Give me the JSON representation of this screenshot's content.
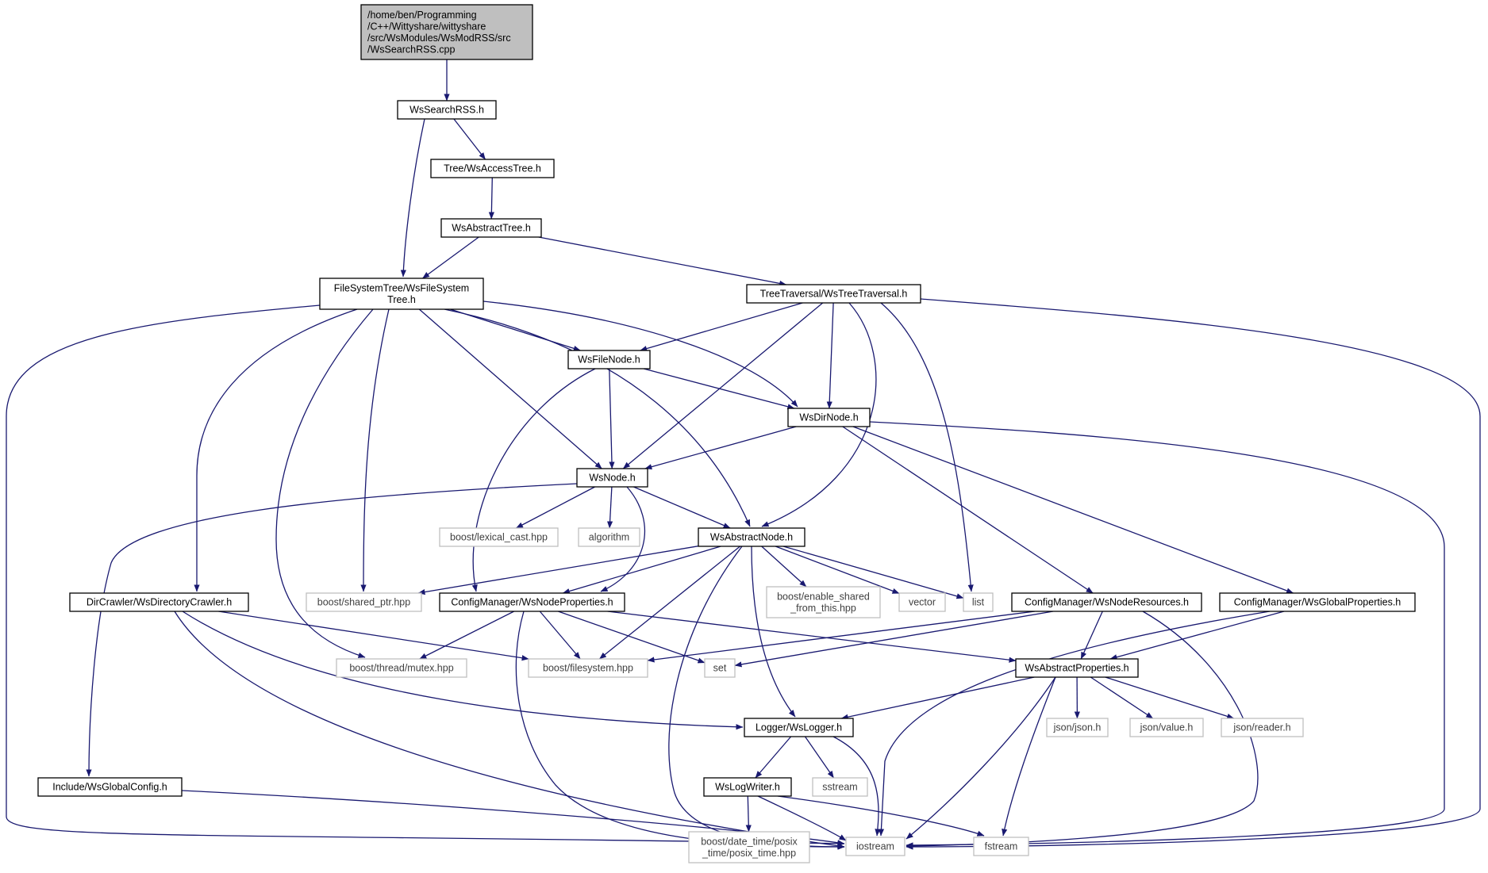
{
  "diagram": {
    "title": "",
    "colors": {
      "edge": "#191970",
      "root_fill": "#bfbfbf",
      "root_stroke": "#000000",
      "node_fill": "#ffffff",
      "node_stroke": "#000000",
      "external_stroke": "#bfbfbf",
      "external_text": "#404040",
      "text": "#000000"
    },
    "nodes": [
      {
        "id": "root",
        "kind": "root",
        "lines": [
          "/home/ben/Programming",
          "/C++/Wittyshare/wittyshare",
          "/src/WsModules/WsModRSS/src",
          "/WsSearchRSS.cpp"
        ]
      },
      {
        "id": "wssearchrss",
        "kind": "internal",
        "lines": [
          "WsSearchRSS.h"
        ]
      },
      {
        "id": "accesstree",
        "kind": "internal",
        "lines": [
          "Tree/WsAccessTree.h"
        ]
      },
      {
        "id": "abstracttree",
        "kind": "internal",
        "lines": [
          "WsAbstractTree.h"
        ]
      },
      {
        "id": "fstree",
        "kind": "internal",
        "lines": [
          "FileSystemTree/WsFileSystem",
          "Tree.h"
        ]
      },
      {
        "id": "treetrav",
        "kind": "internal",
        "lines": [
          "TreeTraversal/WsTreeTraversal.h"
        ]
      },
      {
        "id": "filenode",
        "kind": "internal",
        "lines": [
          "WsFileNode.h"
        ]
      },
      {
        "id": "dirnode",
        "kind": "internal",
        "lines": [
          "WsDirNode.h"
        ]
      },
      {
        "id": "wsnode",
        "kind": "internal",
        "lines": [
          "WsNode.h"
        ]
      },
      {
        "id": "lexcast",
        "kind": "external",
        "lines": [
          "boost/lexical_cast.hpp"
        ]
      },
      {
        "id": "algorithm",
        "kind": "external",
        "lines": [
          "algorithm"
        ]
      },
      {
        "id": "abstractnode",
        "kind": "internal",
        "lines": [
          "WsAbstractNode.h"
        ]
      },
      {
        "id": "dircrawler",
        "kind": "internal",
        "lines": [
          "DirCrawler/WsDirectoryCrawler.h"
        ]
      },
      {
        "id": "sharedptr",
        "kind": "external",
        "lines": [
          "boost/shared_ptr.hpp"
        ]
      },
      {
        "id": "nodeprops",
        "kind": "internal",
        "lines": [
          "ConfigManager/WsNodeProperties.h"
        ]
      },
      {
        "id": "enableshared",
        "kind": "external",
        "lines": [
          "boost/enable_shared",
          "_from_this.hpp"
        ]
      },
      {
        "id": "vector",
        "kind": "external",
        "lines": [
          "vector"
        ]
      },
      {
        "id": "list",
        "kind": "external",
        "lines": [
          "list"
        ]
      },
      {
        "id": "noderes",
        "kind": "internal",
        "lines": [
          "ConfigManager/WsNodeResources.h"
        ]
      },
      {
        "id": "globalprops",
        "kind": "internal",
        "lines": [
          "ConfigManager/WsGlobalProperties.h"
        ]
      },
      {
        "id": "mutex",
        "kind": "external",
        "lines": [
          "boost/thread/mutex.hpp"
        ]
      },
      {
        "id": "filesystem",
        "kind": "external",
        "lines": [
          "boost/filesystem.hpp"
        ]
      },
      {
        "id": "set",
        "kind": "external",
        "lines": [
          "set"
        ]
      },
      {
        "id": "abstractprops",
        "kind": "internal",
        "lines": [
          "WsAbstractProperties.h"
        ]
      },
      {
        "id": "logger",
        "kind": "internal",
        "lines": [
          "Logger/WsLogger.h"
        ]
      },
      {
        "id": "jsonjson",
        "kind": "external",
        "lines": [
          "json/json.h"
        ]
      },
      {
        "id": "jsonvalue",
        "kind": "external",
        "lines": [
          "json/value.h"
        ]
      },
      {
        "id": "jsonreader",
        "kind": "external",
        "lines": [
          "json/reader.h"
        ]
      },
      {
        "id": "globalconfig",
        "kind": "internal",
        "lines": [
          "Include/WsGlobalConfig.h"
        ]
      },
      {
        "id": "logwriter",
        "kind": "internal",
        "lines": [
          "WsLogWriter.h"
        ]
      },
      {
        "id": "sstream",
        "kind": "external",
        "lines": [
          "sstream"
        ]
      },
      {
        "id": "datetime",
        "kind": "external",
        "lines": [
          "boost/date_time/posix",
          "_time/posix_time.hpp"
        ]
      },
      {
        "id": "iostream",
        "kind": "external",
        "lines": [
          "iostream"
        ]
      },
      {
        "id": "fstream",
        "kind": "external",
        "lines": [
          "fstream"
        ]
      }
    ],
    "edges": [
      [
        "root",
        "wssearchrss"
      ],
      [
        "wssearchrss",
        "accesstree"
      ],
      [
        "wssearchrss",
        "fstree"
      ],
      [
        "accesstree",
        "abstracttree"
      ],
      [
        "abstracttree",
        "fstree"
      ],
      [
        "abstracttree",
        "treetrav"
      ],
      [
        "fstree",
        "filenode"
      ],
      [
        "fstree",
        "dirnode"
      ],
      [
        "fstree",
        "wsnode"
      ],
      [
        "fstree",
        "abstractnode"
      ],
      [
        "fstree",
        "dircrawler"
      ],
      [
        "fstree",
        "sharedptr"
      ],
      [
        "fstree",
        "mutex"
      ],
      [
        "fstree",
        "iostream"
      ],
      [
        "treetrav",
        "filenode"
      ],
      [
        "treetrav",
        "dirnode"
      ],
      [
        "treetrav",
        "wsnode"
      ],
      [
        "treetrav",
        "abstractnode"
      ],
      [
        "treetrav",
        "list"
      ],
      [
        "treetrav",
        "iostream"
      ],
      [
        "filenode",
        "dirnode"
      ],
      [
        "filenode",
        "wsnode"
      ],
      [
        "filenode",
        "nodeprops"
      ],
      [
        "dirnode",
        "wsnode"
      ],
      [
        "dirnode",
        "noderes"
      ],
      [
        "dirnode",
        "globalprops"
      ],
      [
        "dirnode",
        "iostream"
      ],
      [
        "wsnode",
        "abstractnode"
      ],
      [
        "wsnode",
        "lexcast"
      ],
      [
        "wsnode",
        "algorithm"
      ],
      [
        "wsnode",
        "nodeprops"
      ],
      [
        "wsnode",
        "globalconfig"
      ],
      [
        "abstractnode",
        "sharedptr"
      ],
      [
        "abstractnode",
        "nodeprops"
      ],
      [
        "abstractnode",
        "enableshared"
      ],
      [
        "abstractnode",
        "vector"
      ],
      [
        "abstractnode",
        "list"
      ],
      [
        "abstractnode",
        "filesystem"
      ],
      [
        "abstractnode",
        "logger"
      ],
      [
        "abstractnode",
        "iostream"
      ],
      [
        "dircrawler",
        "filesystem"
      ],
      [
        "dircrawler",
        "logger"
      ],
      [
        "dircrawler",
        "iostream"
      ],
      [
        "nodeprops",
        "mutex"
      ],
      [
        "nodeprops",
        "filesystem"
      ],
      [
        "nodeprops",
        "set"
      ],
      [
        "nodeprops",
        "abstractprops"
      ],
      [
        "nodeprops",
        "iostream"
      ],
      [
        "noderes",
        "filesystem"
      ],
      [
        "noderes",
        "set"
      ],
      [
        "noderes",
        "abstractprops"
      ],
      [
        "noderes",
        "iostream"
      ],
      [
        "globalprops",
        "abstractprops"
      ],
      [
        "globalprops",
        "iostream"
      ],
      [
        "abstractprops",
        "logger"
      ],
      [
        "abstractprops",
        "jsonjson"
      ],
      [
        "abstractprops",
        "jsonvalue"
      ],
      [
        "abstractprops",
        "jsonreader"
      ],
      [
        "abstractprops",
        "fstream"
      ],
      [
        "abstractprops",
        "iostream"
      ],
      [
        "logger",
        "logwriter"
      ],
      [
        "logger",
        "sstream"
      ],
      [
        "logger",
        "iostream"
      ],
      [
        "logwriter",
        "datetime"
      ],
      [
        "logwriter",
        "iostream"
      ],
      [
        "logwriter",
        "fstream"
      ],
      [
        "globalconfig",
        "iostream"
      ]
    ]
  }
}
